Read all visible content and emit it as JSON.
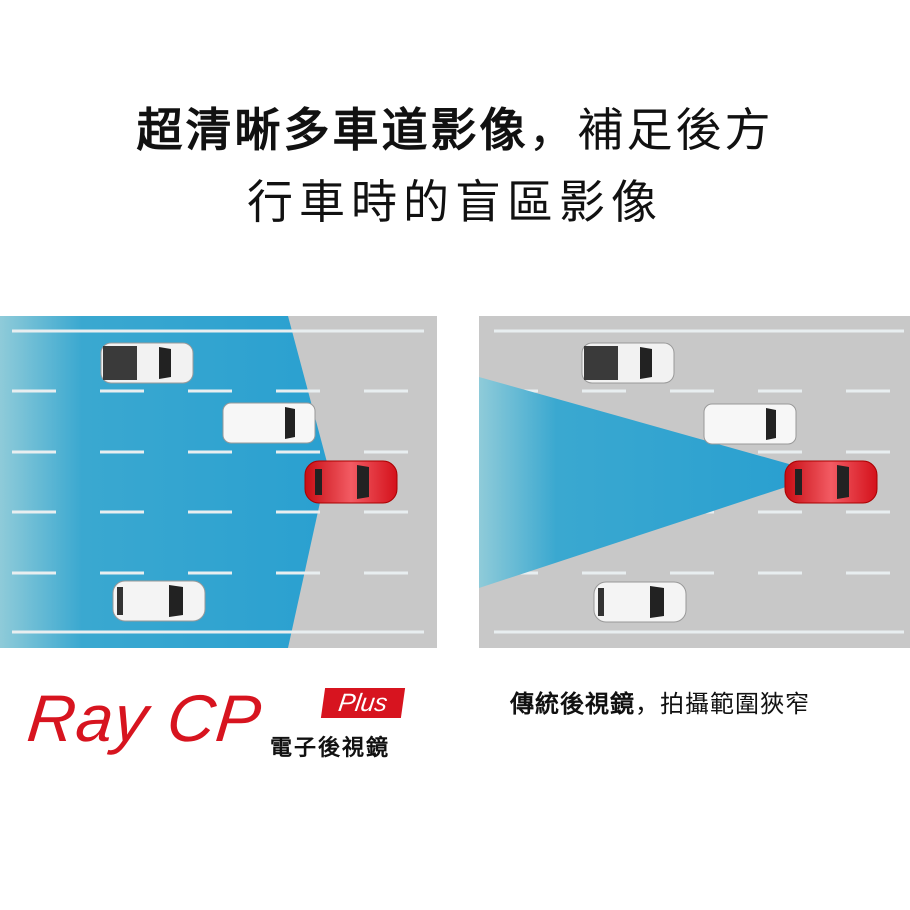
{
  "headline": {
    "line1_bold": "超清晰多車道影像",
    "line1_comma": "，",
    "line1_light": "補足後方",
    "line2": "行車時的盲區影像"
  },
  "panels": {
    "left": {
      "description": "electronic rear-view mirror wide coverage",
      "coverage_color": "#2fa3cf",
      "road_color": "#c8c8c8"
    },
    "right": {
      "description": "traditional rear-view mirror narrow coverage",
      "coverage_color": "#2fa3cf",
      "road_color": "#c8c8c8"
    }
  },
  "logo": {
    "main": "Ray CP",
    "badge": "Plus",
    "subtitle": "電子後視鏡",
    "brand_color": "#d7141f"
  },
  "caption": {
    "bold": "傳統後視鏡",
    "comma": "，",
    "light": "拍攝範圍狹窄"
  }
}
